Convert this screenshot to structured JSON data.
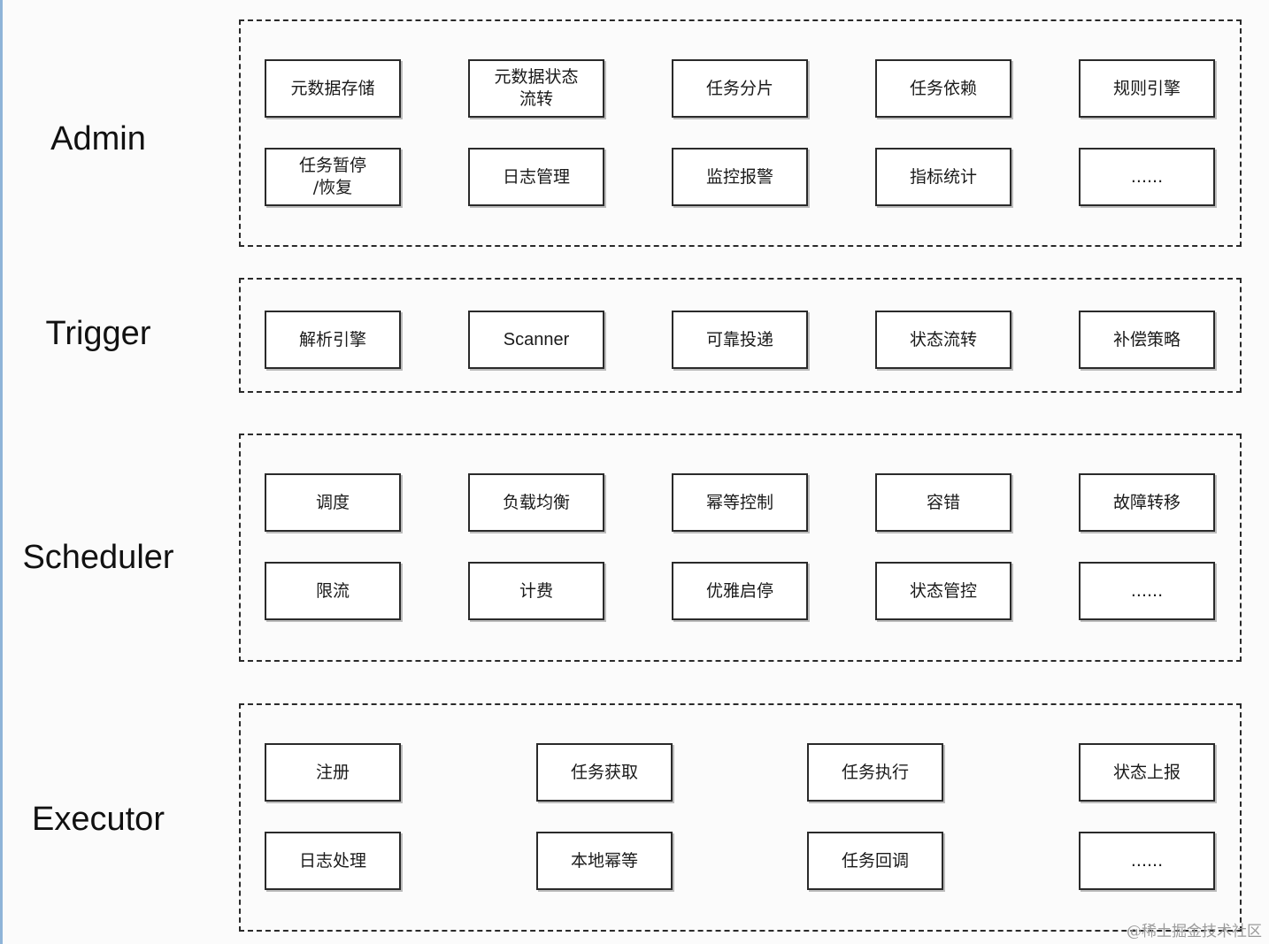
{
  "layers": {
    "admin": {
      "label": "Admin",
      "row1": [
        "元数据存储",
        "元数据状态\n流转",
        "任务分片",
        "任务依赖",
        "规则引擎"
      ],
      "row2": [
        "任务暂停\n/恢复",
        "日志管理",
        "监控报警",
        "指标统计",
        "......"
      ]
    },
    "trigger": {
      "label": "Trigger",
      "row1": [
        "解析引擎",
        "Scanner",
        "可靠投递",
        "状态流转",
        "补偿策略"
      ]
    },
    "scheduler": {
      "label": "Scheduler",
      "row1": [
        "调度",
        "负载均衡",
        "幂等控制",
        "容错",
        "故障转移"
      ],
      "row2": [
        "限流",
        "计费",
        "优雅启停",
        "状态管控",
        "......"
      ]
    },
    "executor": {
      "label": "Executor",
      "row1": [
        "注册",
        "任务获取",
        "任务执行",
        "状态上报"
      ],
      "row2": [
        "日志处理",
        "本地幂等",
        "任务回调",
        "......"
      ]
    }
  },
  "watermark": "@稀土掘金技术社区"
}
